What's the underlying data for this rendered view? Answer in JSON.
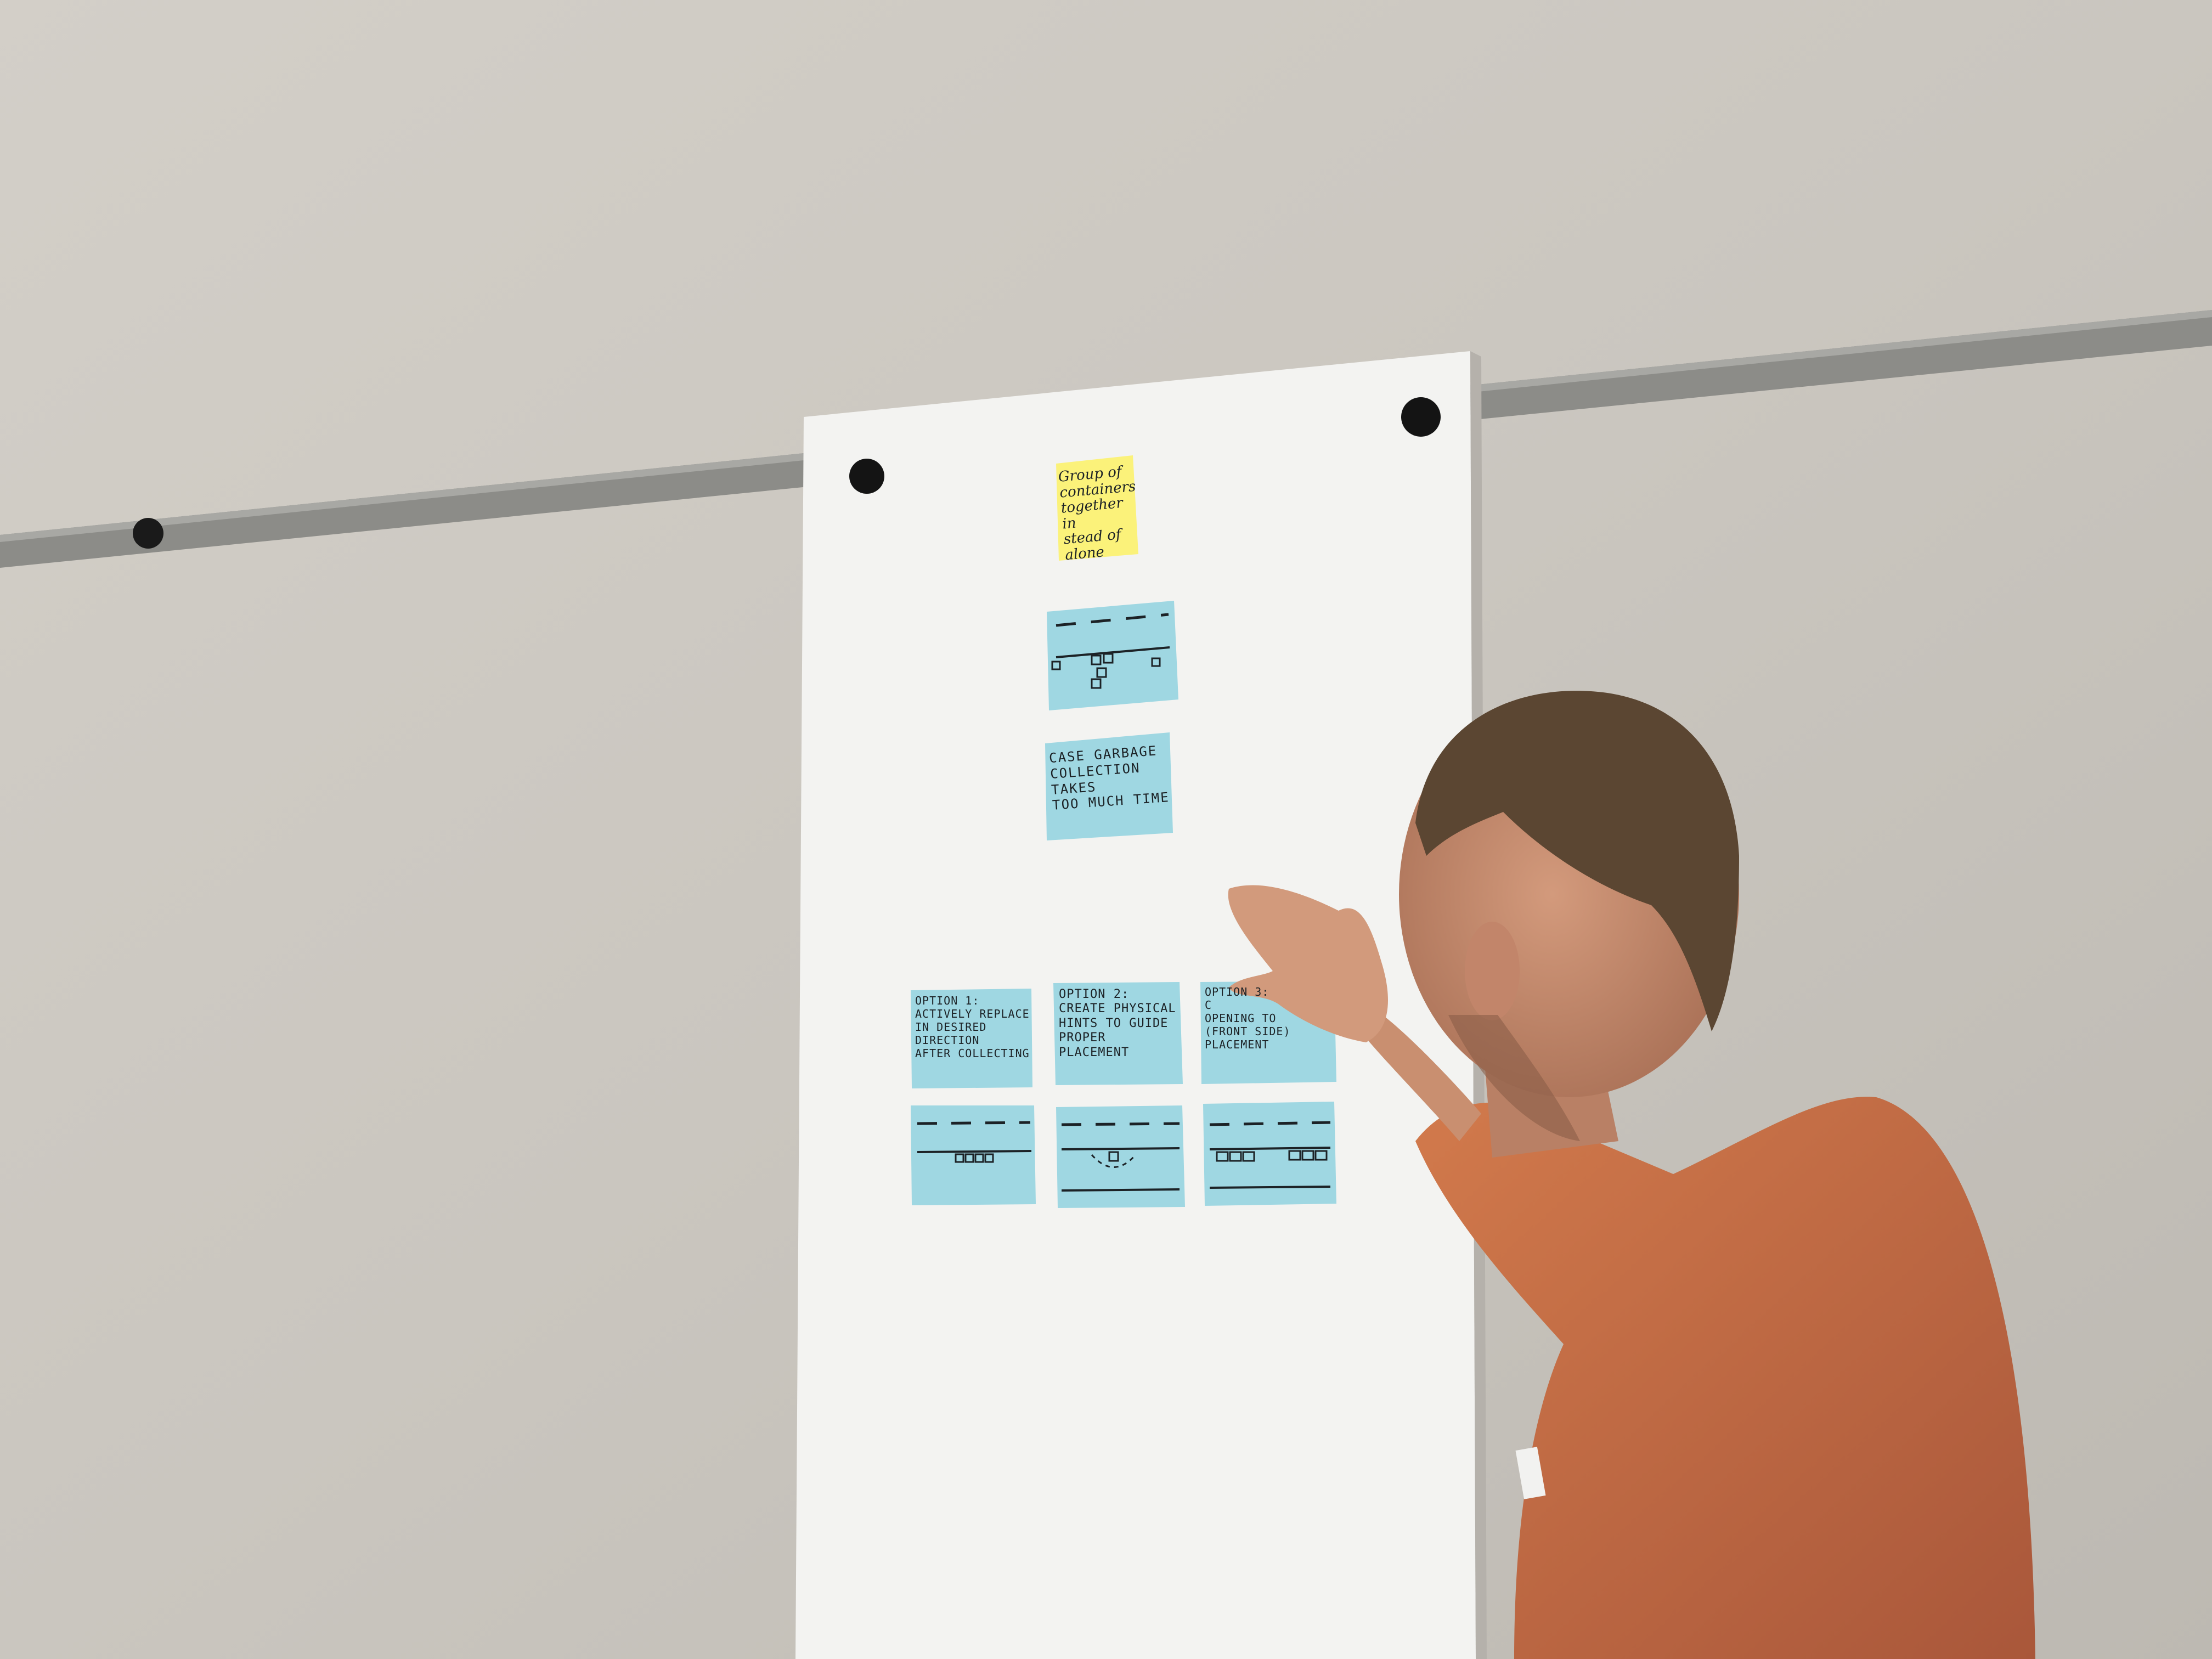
{
  "scene": {
    "colors": {
      "wall": "#cbc7c0",
      "rail": "#8a8a86",
      "paper": "#f2f2f0",
      "sticky_blue": "#9fd7e2",
      "sticky_yellow": "#fbf27a",
      "sweater": "#c46f45",
      "hair": "#5b4632",
      "skin": "#c98f70"
    },
    "notes": {
      "top_yellow": "Group of\ncontainers\ntogether in\nstead of\nalone",
      "problem": "CASE GARBAGE\nCOLLECTION TAKES\nTOO MUCH TIME",
      "option1": "OPTION 1:\nACTIVELY REPLACE\nIN DESIRED DIRECTION\nAFTER COLLECTING",
      "option2": "OPTION 2:\nCREATE PHYSICAL\nHINTS TO GUIDE\nPROPER PLACEMENT",
      "option3": "OPTION 3:\nC\nOPENING TO\n(FRONT SIDE)\nPLACEMENT"
    }
  }
}
